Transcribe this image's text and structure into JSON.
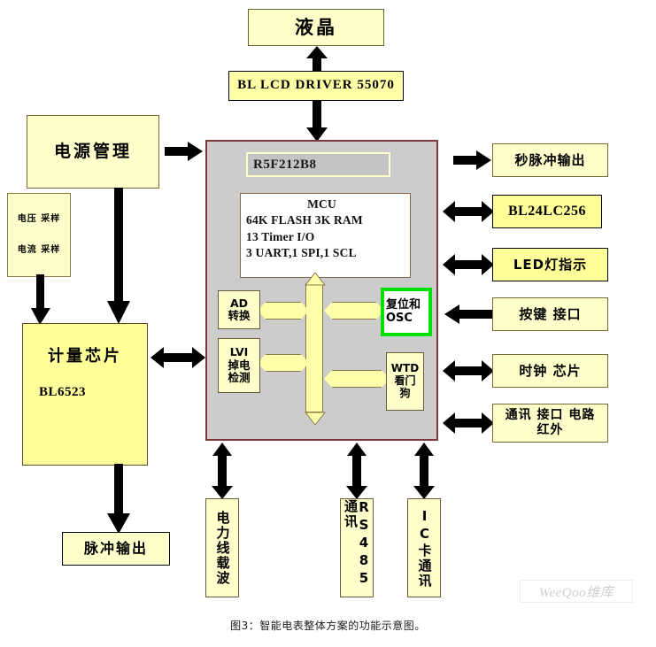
{
  "diagram": {
    "title_caption": "图3：智能电表整体方案的功能示意图。",
    "watermark": "WeeQoo维库",
    "colors": {
      "box_fill": "#ffffcc",
      "box_fill_strong": "#ffff99",
      "mcu_fill": "#cccccc",
      "mcu_border": "#7a3a3a",
      "bus_fill": "#ffffaa",
      "highlight": "#00e000",
      "arrow": "#000000"
    }
  },
  "display": {
    "lcd_label": "液晶",
    "lcd_driver_label": "BL LCD DRIVER 55070"
  },
  "power": {
    "manager_label": "电源管理",
    "sampling": {
      "voltage": "电压 采样",
      "current": "电流 采样"
    }
  },
  "metering": {
    "title": "计量芯片",
    "part_number": "BL6523",
    "pulse_output": "脉冲输出"
  },
  "mcu": {
    "part_number": "R5F212B8",
    "core": {
      "title": "MCU",
      "line1": "64K FLASH 3K RAM",
      "line2": "13 Timer I/O",
      "line3": "3 UART,1 SPI,1 SCL"
    },
    "blocks": {
      "ad": {
        "line1": "AD",
        "line2": "转换"
      },
      "lvi": {
        "line1": "LVI",
        "line2": "掉电",
        "line3": "检测"
      },
      "reset_osc": {
        "line1": "复位和",
        "line2": "OSC"
      },
      "watchdog": {
        "line1": "WTD",
        "line2": "看门",
        "line3": "狗"
      }
    }
  },
  "peripherals": {
    "second_pulse_output": "秒脉冲输出",
    "eeprom": "BL24LC256",
    "led_indicator": "LED灯指示",
    "key_interface": "按键 接口",
    "clock_chip": "时钟 芯片",
    "comm_interface_line1": "通讯 接口 电路",
    "comm_interface_line2": "红外"
  },
  "communications": {
    "power_line_carrier": "电力线载波",
    "rs485": "RS485通讯",
    "ic_card": "IC卡通讯"
  }
}
